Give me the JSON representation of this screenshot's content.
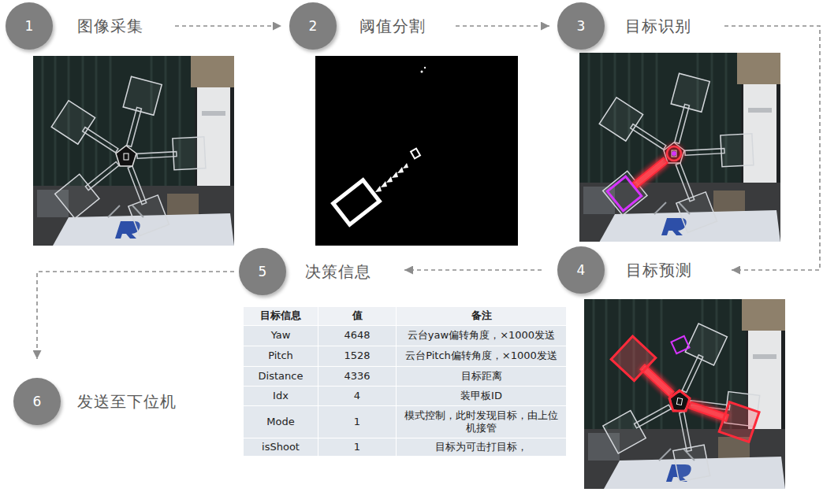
{
  "diagram": {
    "nodes": [
      {
        "text": [
          "1",
          "图像采集"
        ]
      },
      {
        "text": [
          "2",
          "阈值分割"
        ]
      },
      {
        "text": [
          "3",
          "目标识别"
        ]
      },
      {
        "text": [
          "4",
          "目标预测"
        ]
      },
      {
        "text": [
          "5",
          "决策信息"
        ]
      },
      {
        "text": [
          "6",
          "发送至下位机"
        ]
      }
    ],
    "edges": [
      {
        "from": 0,
        "to": 1,
        "arrow": "to"
      },
      {
        "from": 1,
        "to": 2,
        "arrow": "to"
      },
      {
        "from": 2,
        "to": 3,
        "arrow": "to"
      },
      {
        "from": 3,
        "to": 4,
        "arrow": "to"
      },
      {
        "from": 4,
        "to": 5,
        "arrow": "to"
      }
    ],
    "labels": [
      "目标信息",
      "值",
      "备注",
      "Yaw",
      "4648",
      "云台yaw偏转角度，×1000发送",
      "Pitch",
      "1528",
      "云台Pitch偏转角度，×1000发送",
      "Distance",
      "4336",
      "目标距离",
      "Idx",
      "4",
      "装甲板ID",
      "Mode",
      "1",
      "模式控制，此时发现目标，由上位机接管",
      "isShoot",
      "1",
      "目标为可击打目标，"
    ]
  }
}
